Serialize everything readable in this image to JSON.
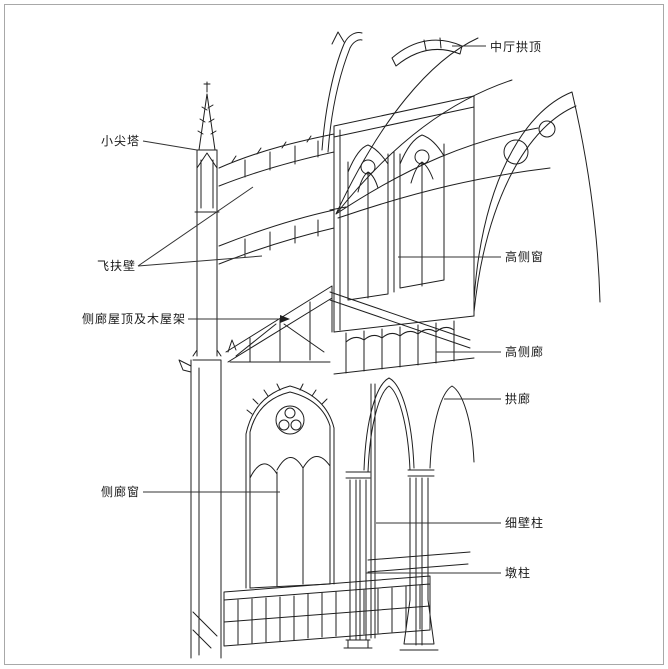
{
  "colors": {
    "ink": "#1f1f1f",
    "leader": "#333333",
    "frame_border": "#a8a8a8",
    "background": "#ffffff"
  },
  "labels": {
    "nave_vault": "中厅拱顶",
    "pinnacle": "小尖塔",
    "flying_buttress": "飞扶壁",
    "aisle_roof_truss": "侧廊屋顶及木屋架",
    "aisle_window": "侧廊窗",
    "clerestory_window": "高侧窗",
    "tribune_gallery": "高侧廊",
    "arcade": "拱廊",
    "wall_shaft": "细壁柱",
    "pier": "墩柱"
  }
}
